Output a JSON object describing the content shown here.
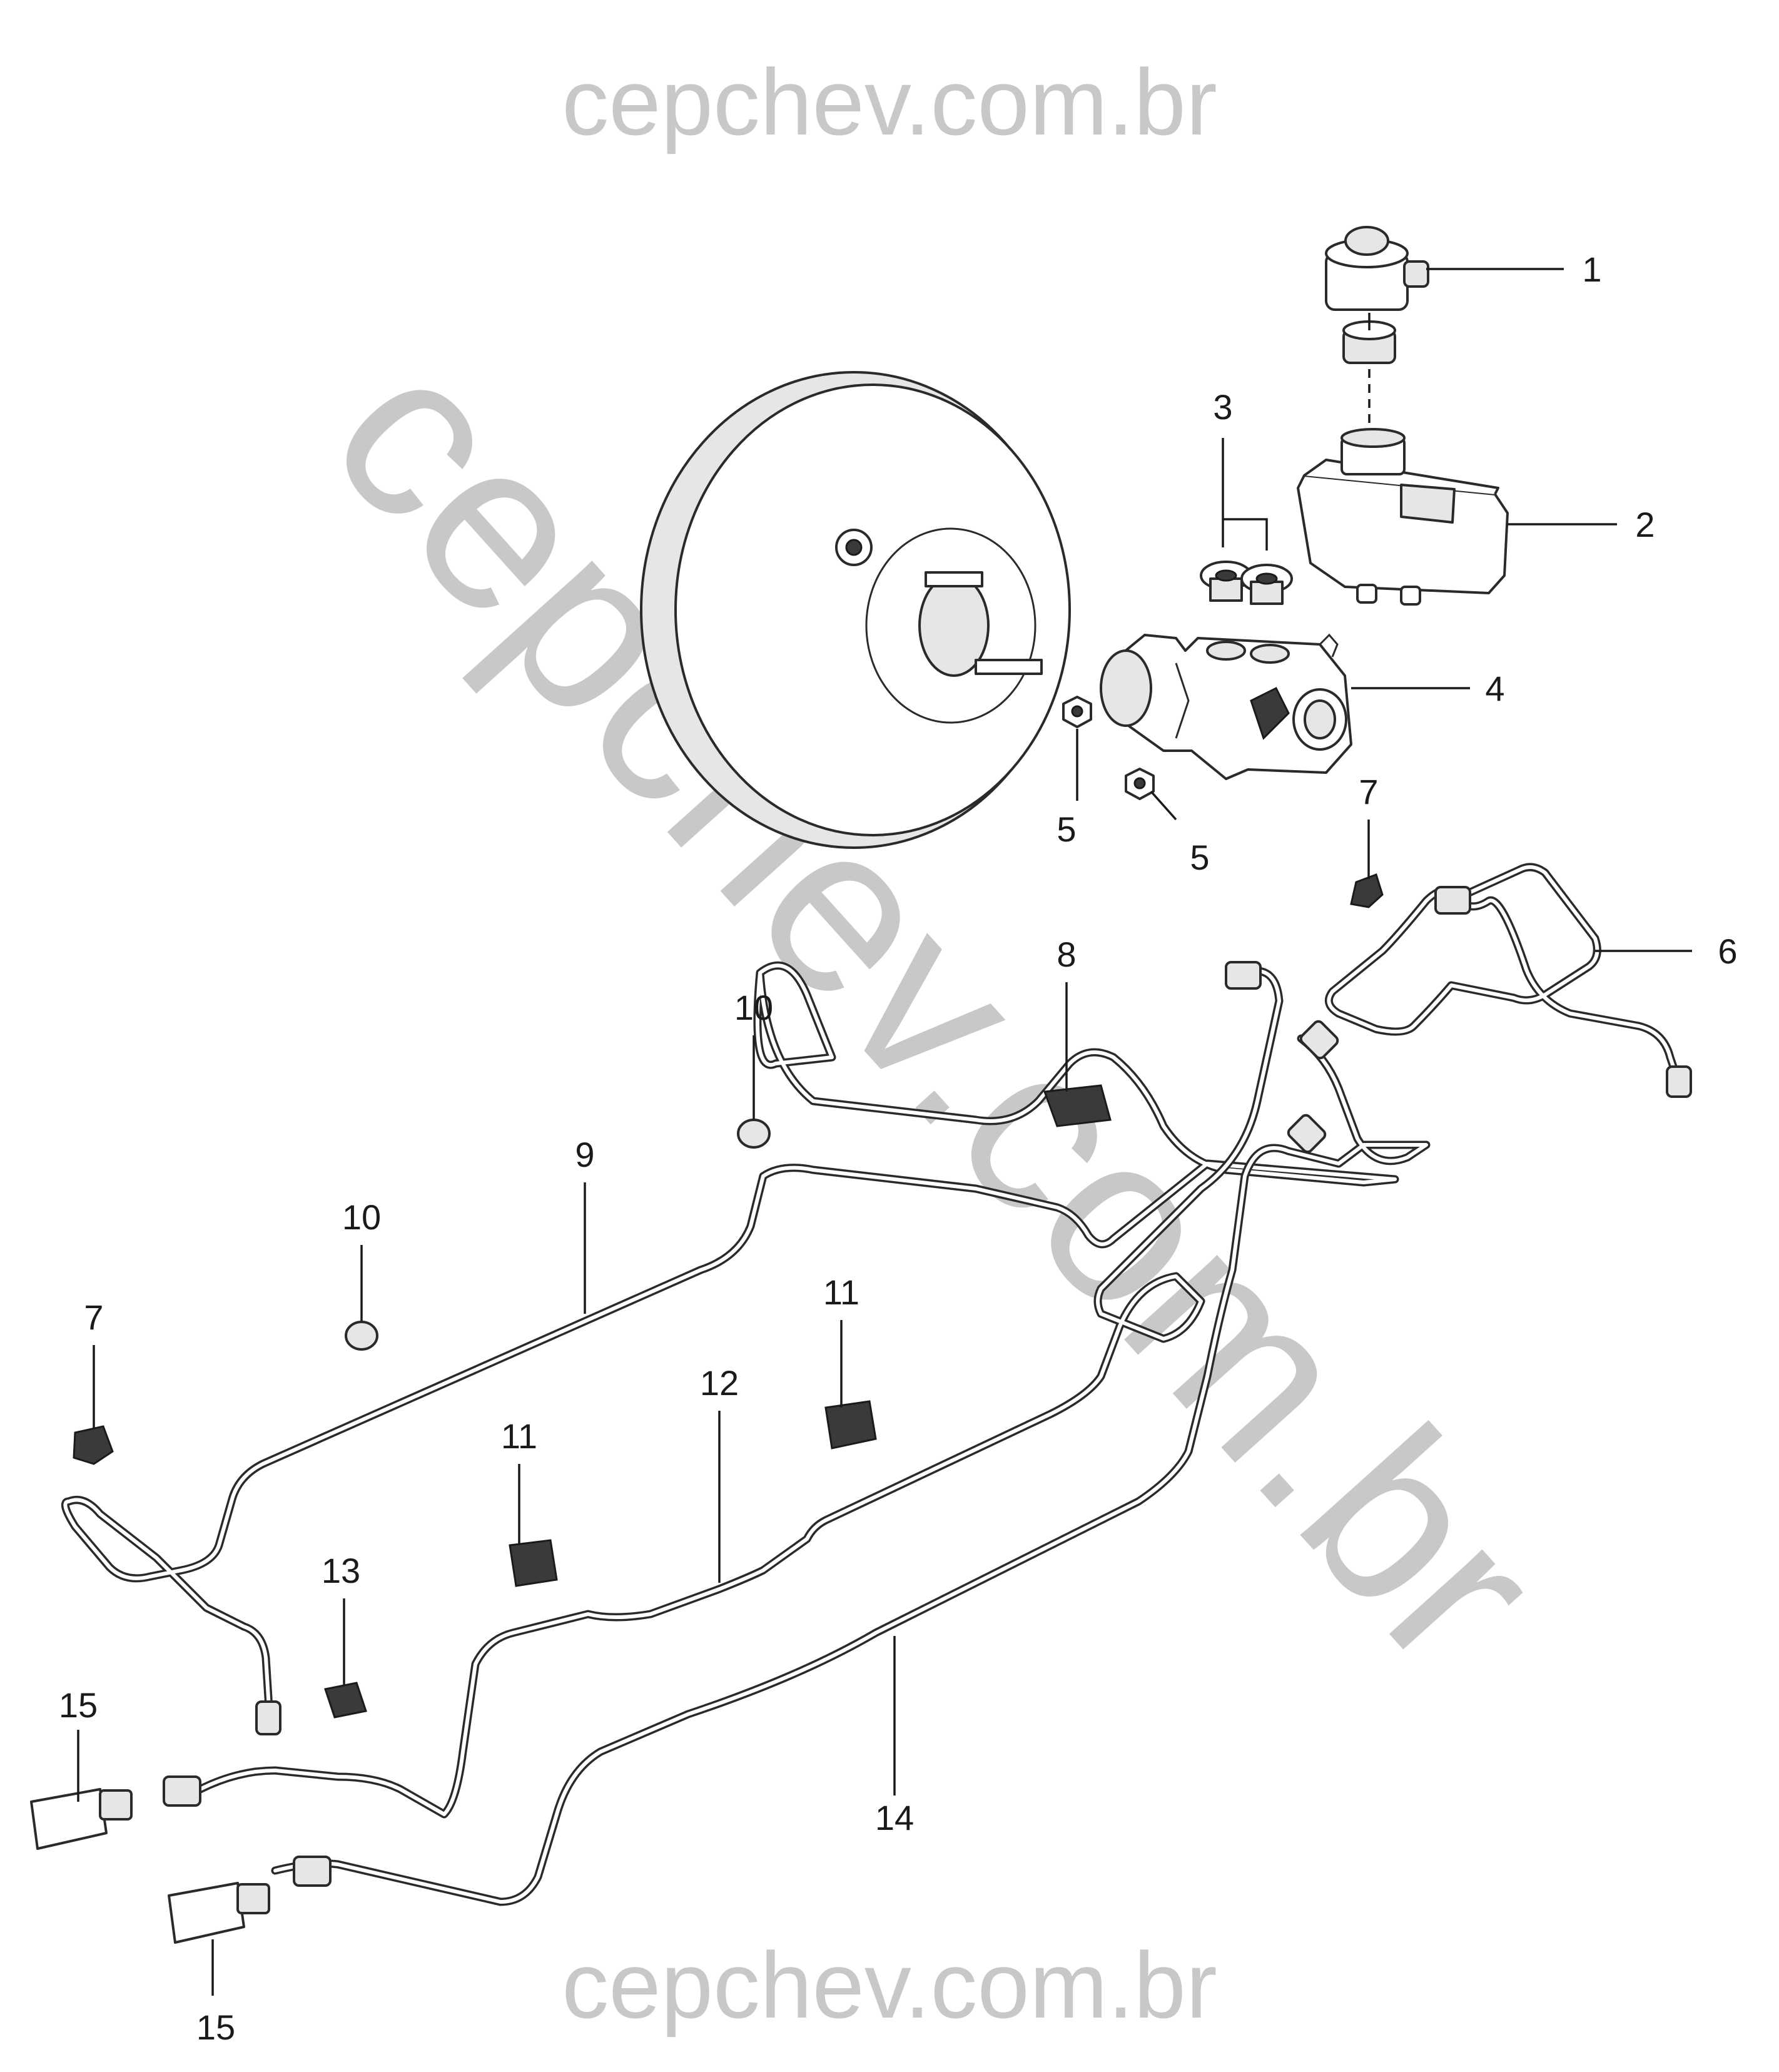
{
  "watermark": {
    "text": "cepchev.com.br",
    "color": "#c8c8c8"
  },
  "callouts": {
    "c1": "1",
    "c2": "2",
    "c3": "3",
    "c4": "4",
    "c5a": "5",
    "c5b": "5",
    "c6": "6",
    "c7a": "7",
    "c7b": "7",
    "c8": "8",
    "c9": "9",
    "c10a": "10",
    "c10b": "10",
    "c11a": "11",
    "c11b": "11",
    "c12": "12",
    "c13": "13",
    "c14": "14",
    "c15a": "15",
    "c15b": "15"
  }
}
